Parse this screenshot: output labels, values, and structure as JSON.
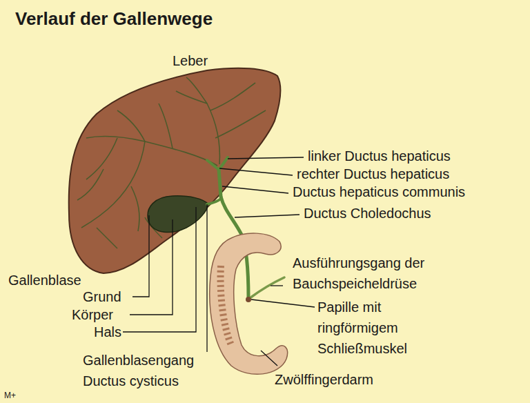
{
  "diagram": {
    "title": "Verlauf der Gallenwege",
    "labels": [
      "Leber",
      "linker Ductus hepaticus",
      "rechter Ductus hepaticus",
      "Ductus hepaticus communis",
      "Ductus Choledochus",
      "Ausführungsgang der Bauchspeicheldrüse",
      "Papille mit ringförmigem Schließmuskel",
      "Gallenblase",
      "Grund",
      "Körper",
      "Hals",
      "Gallenblasengang",
      "Ductus cysticus",
      "Zwölffingerdarm",
      "M+"
    ]
  }
}
